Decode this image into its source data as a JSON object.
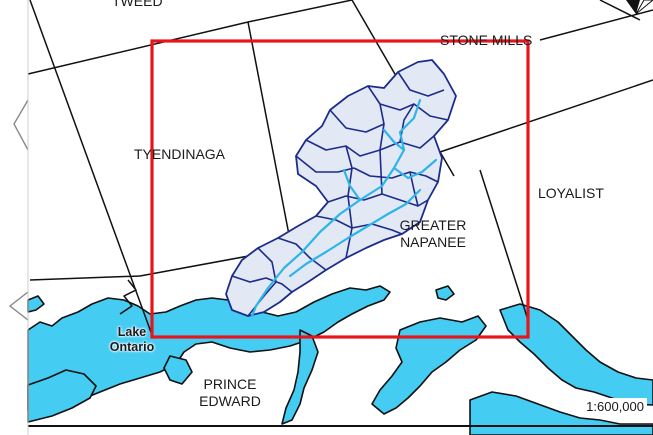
{
  "map": {
    "labels": {
      "tweed": "TWEED",
      "stone_mills": "STONE MILLS",
      "tyendinaga": "TYENDINAGA",
      "loyalist": "LOYALIST",
      "greater_napanee_1": "GREATER",
      "greater_napanee_2": "NAPANEE",
      "prince_edward_1": "PRINCE",
      "prince_edward_2": "EDWARD",
      "lake_ontario_1": "Lake",
      "lake_ontario_2": "Ontario"
    },
    "scale": "1:600,000",
    "colors": {
      "water": "#44ccf2",
      "watershed_fill": "#e2e8f4",
      "watershed_outline": "#1b2c8a",
      "stream": "#2eb5e8",
      "township_line": "#111111",
      "study_extent": "#e8141b"
    },
    "icons": {
      "north_arrow": "north-arrow-icon"
    }
  }
}
